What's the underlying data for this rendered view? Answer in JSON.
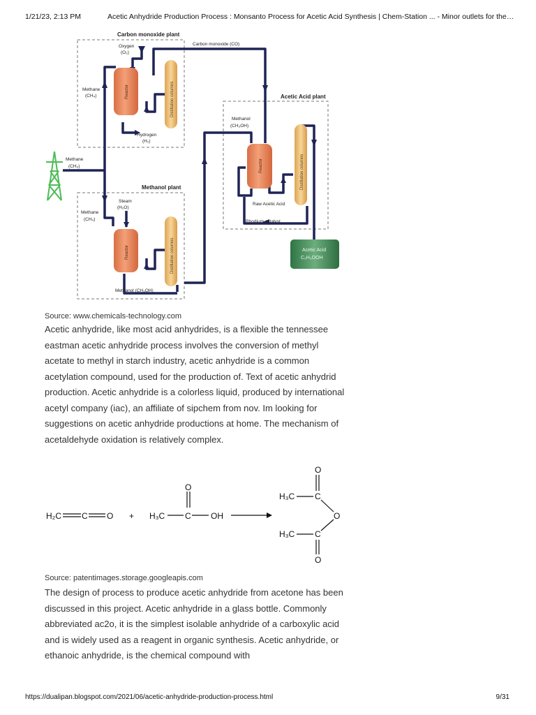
{
  "header": {
    "datetime": "1/21/23, 2:13 PM",
    "title": "Acetic Anhydride Production Process : Monsanto Process for Acetic Acid Synthesis | Chem-Station ... - Minor outlets for the chemi..."
  },
  "diagram": {
    "carbon_monoxide_plant": "Carbon monoxide plant",
    "methanol_plant": "Methanol plant",
    "acetic_acid_plant": "Acetic Acid plant",
    "oxygen": "Oxygen",
    "oxygen_formula": "(O₂)",
    "methane_co": "Methane",
    "methane_co_formula": "(CH₄)",
    "reactor": "Reactor",
    "distillation": "Distillation columns",
    "hydrogen": "Hydrogen",
    "hydrogen_formula": "(H₂)",
    "carbon_monoxide": "Carbon monoxide (CO)",
    "methane_in": "Methane",
    "methane_in_formula": "(CH₄)",
    "steam": "Steam",
    "steam_formula": "(H₂O)",
    "methane_mp": "Methane",
    "methane_mp_formula": "(CH₄)",
    "methanol_out": "Methanol (CH₃OH)",
    "methanol_in": "Methanol",
    "methanol_in_formula": "(CH₃OH)",
    "raw_acetic_acid": "Raw Acetic Acid",
    "rhodium_catalyst": "Rhodium catalyst",
    "acetic_acid": "Acetic Acid",
    "acetic_acid_formula": "C₂H₃OOH"
  },
  "source1": "Source: www.chemicals-technology.com",
  "paragraph1": "Acetic anhydride, like most acid anhydrides, is a flexible the tennessee eastman acetic anhydride process involves the conversion of methyl acetate to methyl in starch industry, acetic anhydride is a common acetylation compound, used for the production of. Text of acetic anhydrid production. Acetic anhydride is a colorless liquid, produced by international acetyl company (iac), an affiliate of sipchem from nov. Im looking for suggestions on acetic anhydride productions at home. The mechanism of acetaldehyde oxidation is relatively complex.",
  "reaction": {
    "ketene_h2c": "H₂C",
    "ketene_c": "C",
    "ketene_o": "O",
    "plus": "+",
    "acid_h3c": "H₃C",
    "acid_c": "C",
    "acid_oh": "OH",
    "acid_o": "O",
    "prod_o_top": "O",
    "prod_h3c_top": "H₃C",
    "prod_c_top": "C",
    "prod_o_mid": "O",
    "prod_h3c_bot": "H₃C",
    "prod_c_bot": "C",
    "prod_o_bot": "O"
  },
  "source2": "Source: patentimages.storage.googleapis.com",
  "paragraph2": "The design of process to produce acetic anhydride from acetone has been discussed in this project. Acetic anhydride in a glass bottle. Commonly abbreviated ac2o, it is the simplest isolable anhydride of a carboxylic acid and is widely used as a reagent in organic synthesis. Acetic anhydride, or ethanoic anhydride, is the chemical compound with",
  "footer": {
    "url": "https://dualipan.blogspot.com/2021/06/acetic-anhydride-production-process.html",
    "page": "9/31"
  },
  "colors": {
    "pipe": "#1f2455",
    "reactor": "#e8895e",
    "column": "#f0c47a",
    "tank": "#3f8a56",
    "tower": "#4dbb55"
  }
}
